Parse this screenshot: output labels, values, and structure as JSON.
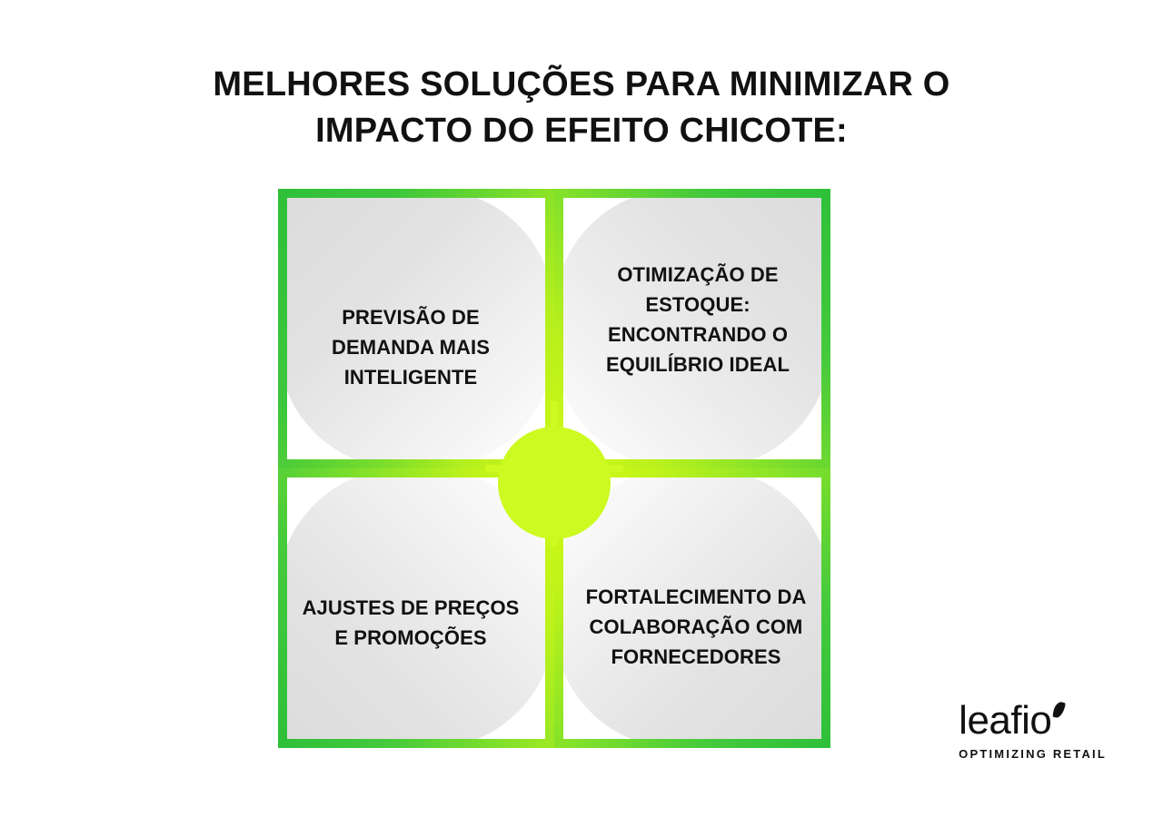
{
  "title": {
    "line1": "MELHORES SOLUÇÕES PARA MINIMIZAR O",
    "line2": "IMPACTO DO EFEITO CHICOTE:"
  },
  "diagram": {
    "type": "four-petal-quadrant",
    "center": {
      "shape": "circle",
      "color": "#CDFA20"
    },
    "petals": [
      {
        "position": "top-left",
        "label": "PREVISÃO DE DEMANDA MAIS INTELIGENTE",
        "stroke_from": "#2FC03A",
        "stroke_to": "#CBF616",
        "fill_from": "#DCDCDC",
        "fill_to": "#FDFDFD"
      },
      {
        "position": "top-right",
        "label": "OTIMIZAÇÃO DE ESTOQUE: ENCONTRANDO O EQUILÍBRIO IDEAL",
        "stroke_from": "#2FC03A",
        "stroke_to": "#CDF818",
        "fill_from": "#DCDCDC",
        "fill_to": "#FDFDFD"
      },
      {
        "position": "bottom-left",
        "label": "AJUSTES DE PREÇOS E PROMOÇÕES",
        "stroke_from": "#2FC03A",
        "stroke_to": "#D0FA16",
        "fill_from": "#DCDCDC",
        "fill_to": "#FDFDFD"
      },
      {
        "position": "bottom-right",
        "label": "FORTALECIMENTO DA COLABORAÇÃO COM FORNECEDORES",
        "stroke_from": "#2FC03A",
        "stroke_to": "#D2FB14",
        "fill_from": "#DCDCDC",
        "fill_to": "#FEFEFE"
      }
    ]
  },
  "logo": {
    "wordmark": "leafio",
    "tagline": "OPTIMIZING RETAIL",
    "color": "#111111"
  },
  "background_color": "#FFFFFF",
  "text_color": "#111111"
}
